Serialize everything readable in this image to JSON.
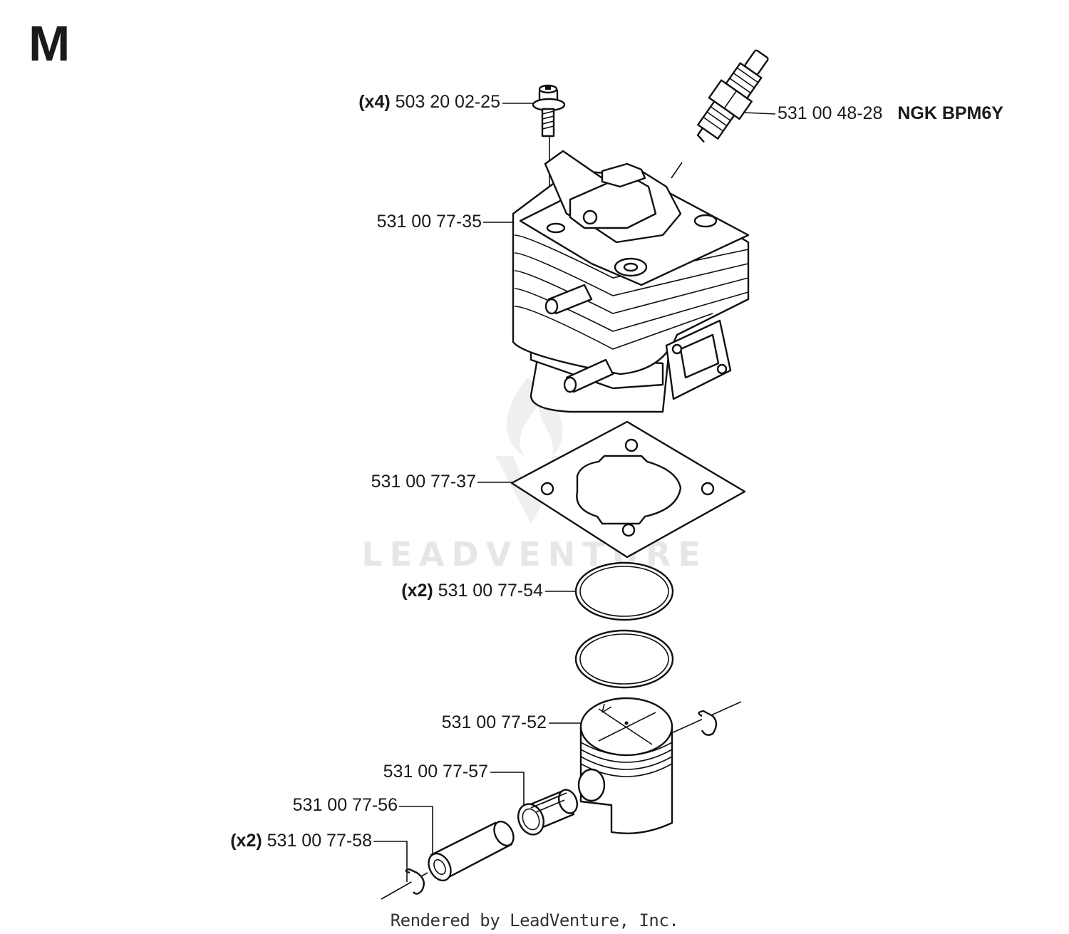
{
  "section_letter": "M",
  "watermark": "LEADVENTURE",
  "footer": "Rendered by LeadVenture, Inc.",
  "parts": [
    {
      "id": "bolt",
      "qty": "(x4)",
      "number": "503 20 02-25",
      "note": ""
    },
    {
      "id": "spark-plug",
      "qty": "",
      "number": "531 00 48-28",
      "note": "NGK BPM6Y"
    },
    {
      "id": "cylinder",
      "qty": "",
      "number": "531 00 77-35",
      "note": ""
    },
    {
      "id": "gasket",
      "qty": "",
      "number": "531 00 77-37",
      "note": ""
    },
    {
      "id": "piston-ring",
      "qty": "(x2)",
      "number": "531 00 77-54",
      "note": ""
    },
    {
      "id": "piston",
      "qty": "",
      "number": "531 00 77-52",
      "note": ""
    },
    {
      "id": "needle-bearing",
      "qty": "",
      "number": "531 00 77-57",
      "note": ""
    },
    {
      "id": "piston-pin",
      "qty": "",
      "number": "531 00 77-56",
      "note": ""
    },
    {
      "id": "circlip",
      "qty": "(x2)",
      "number": "531 00 77-58",
      "note": ""
    }
  ]
}
